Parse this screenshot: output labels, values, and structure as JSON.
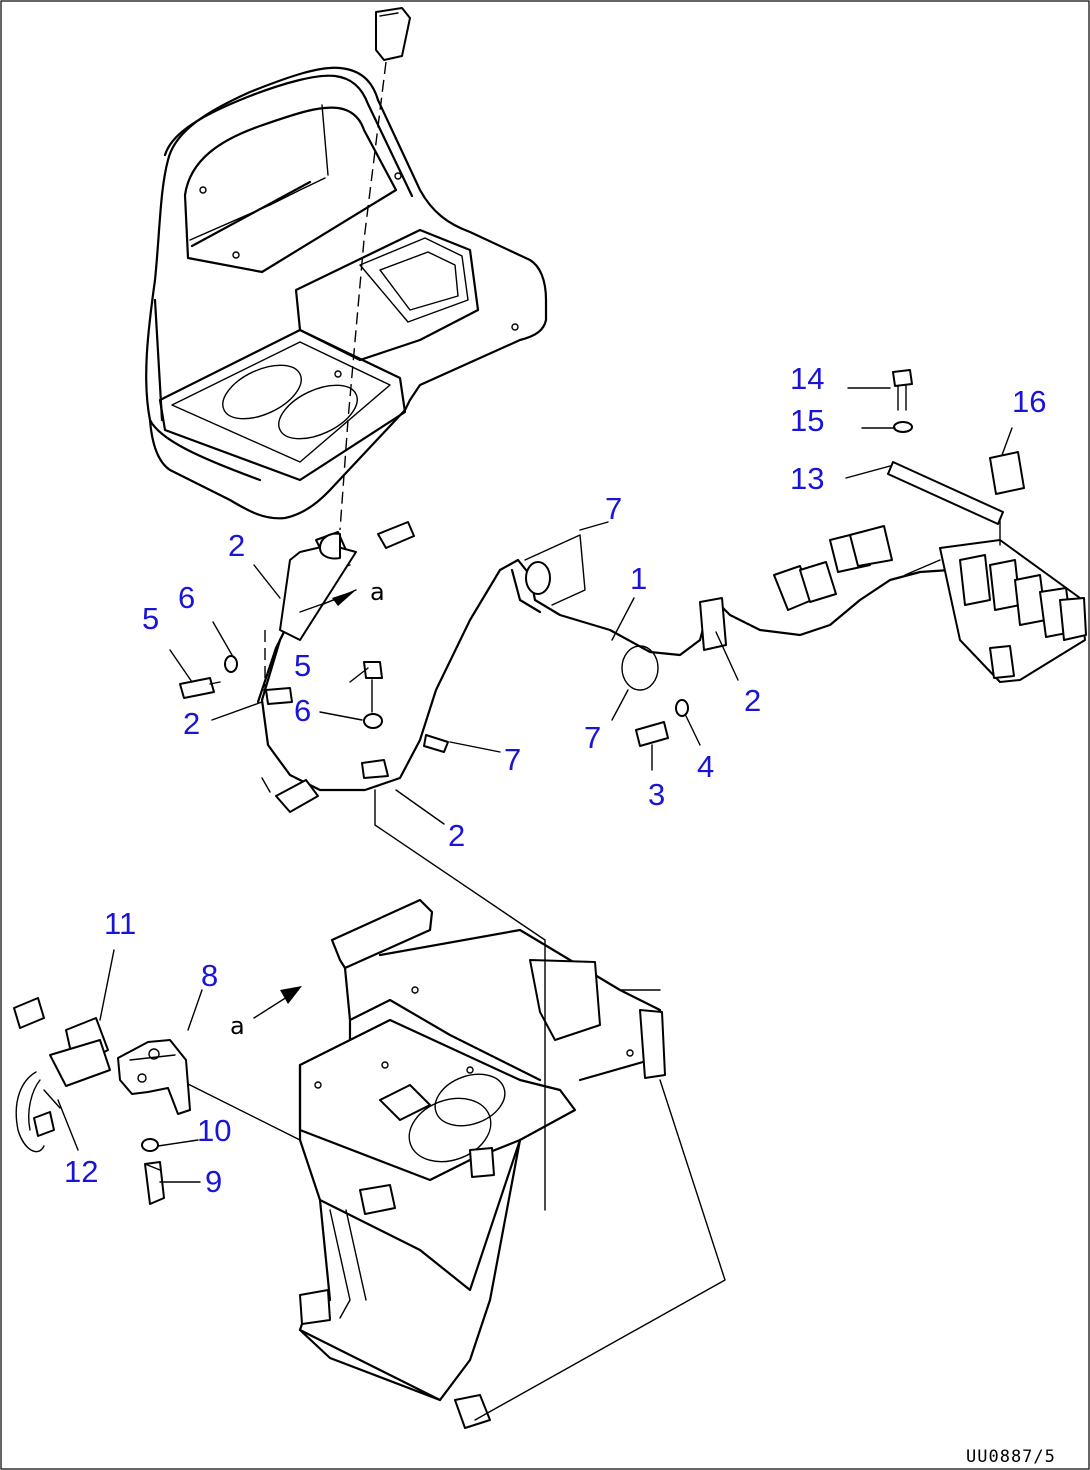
{
  "drawing_number": "UU0887/5",
  "view_marker": "a",
  "callouts": {
    "c1": "1",
    "c2a": "2",
    "c2b": "2",
    "c2c": "2",
    "c2d": "2",
    "c3": "3",
    "c4": "4",
    "c5a": "5",
    "c5b": "5",
    "c6a": "6",
    "c6b": "6",
    "c7a": "7",
    "c7b": "7",
    "c7c": "7",
    "c8": "8",
    "c9": "9",
    "c10": "10",
    "c11": "11",
    "c12": "12",
    "c13": "13",
    "c14": "14",
    "c15": "15",
    "c16": "16"
  },
  "colors": {
    "callout": "#1a14d8",
    "line": "#000000",
    "background": "#ffffff"
  }
}
